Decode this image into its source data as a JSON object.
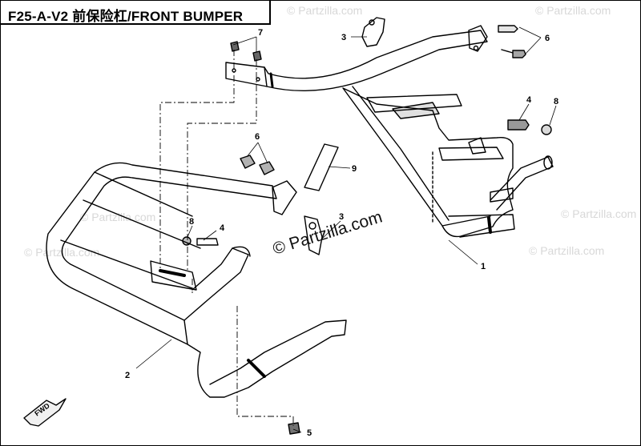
{
  "title": "F25-A-V2 前保险杠/FRONT BUMPER",
  "watermark": {
    "main": "© Partzilla.com",
    "faint": "© Partzilla.com"
  },
  "fwd_label": "FWD",
  "callouts": {
    "c1": "1",
    "c2": "2",
    "c3a": "3",
    "c3b": "3",
    "c4a": "4",
    "c4b": "4",
    "c5": "5",
    "c6a": "6",
    "c6b": "6",
    "c7": "7",
    "c8a": "8",
    "c8b": "8",
    "c9": "9"
  }
}
